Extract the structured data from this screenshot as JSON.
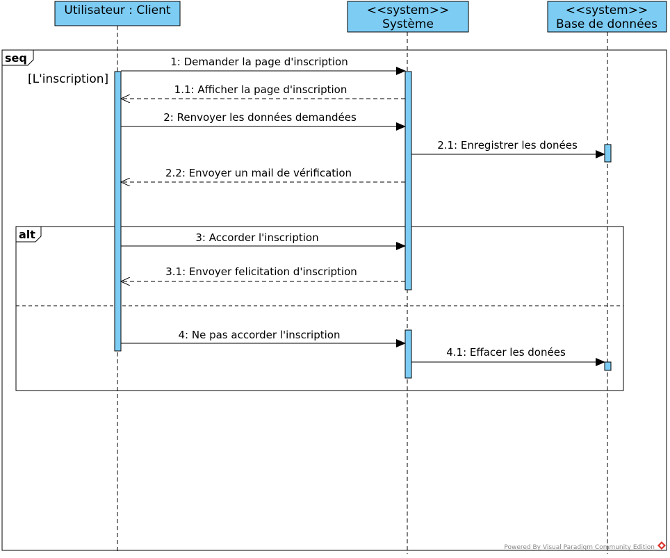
{
  "lifelines": [
    {
      "stereotype": "",
      "name": "Utilisateur : Client"
    },
    {
      "stereotype": "<<system>>",
      "name": "Système"
    },
    {
      "stereotype": "<<system>>",
      "name": "Base de données"
    }
  ],
  "frames": {
    "seq_label": "seq",
    "alt_label": "alt",
    "guard": "[L'inscription]"
  },
  "messages": [
    {
      "label": "1: Demander la page d'inscription",
      "kind": "sync"
    },
    {
      "label": "1.1: Afficher la page d'inscription",
      "kind": "return"
    },
    {
      "label": "2: Renvoyer les données demandées",
      "kind": "sync"
    },
    {
      "label": "2.1: Enregistrer les donées",
      "kind": "sync"
    },
    {
      "label": "2.2: Envoyer un mail de vérification",
      "kind": "return"
    },
    {
      "label": "3: Accorder l'inscription",
      "kind": "sync"
    },
    {
      "label": "3.1: Envoyer felicitation d'inscription",
      "kind": "return"
    },
    {
      "label": "4: Ne pas accorder l'inscription",
      "kind": "sync"
    },
    {
      "label": "4.1: Effacer les donées",
      "kind": "sync"
    }
  ],
  "footer": "Powered By Visual Paradigm Community Edition",
  "colors": {
    "lifeline_head": "#7cccf4",
    "activation": "#7cccf4",
    "border": "#000000",
    "footer_text": "#888888",
    "logo_red": "#d9342b"
  }
}
